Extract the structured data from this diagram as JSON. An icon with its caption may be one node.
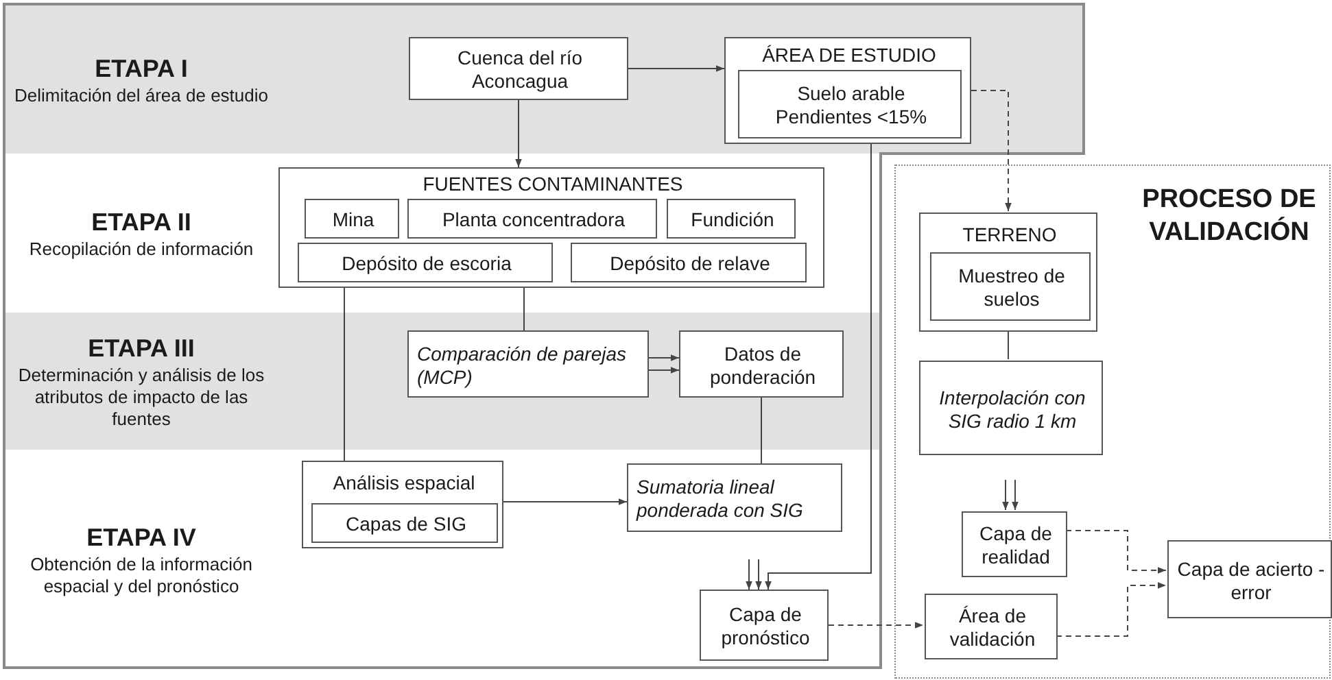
{
  "diagram": {
    "nodes": [
      {
        "text": [
          "ETAPA I",
          "Delimitación del área de estudio"
        ]
      },
      {
        "text": [
          "Cuenca del río Aconcagua"
        ],
        "in": 0
      },
      {
        "text": [
          "ÁREA DE ESTUDIO"
        ],
        "in": 0
      },
      {
        "text": [
          "Suelo arable Pendientes <15%"
        ],
        "in": 2
      },
      {
        "text": [
          "ETAPA II",
          "Recopilación de información"
        ]
      },
      {
        "text": [
          "FUENTES CONTAMINANTES"
        ],
        "in": 4
      },
      {
        "text": [
          "Mina"
        ],
        "in": 5
      },
      {
        "text": [
          "Planta concentradora"
        ],
        "in": 5
      },
      {
        "text": [
          "Fundición"
        ],
        "in": 5
      },
      {
        "text": [
          "Depósito de escoria"
        ],
        "in": 5
      },
      {
        "text": [
          "Depósito de relave"
        ],
        "in": 5
      },
      {
        "text": [
          "ETAPA III",
          "Determinación y análisis de los atributos de impacto de las fuentes"
        ]
      },
      {
        "text": [
          "Comparación de parejas (MCP)"
        ],
        "in": 11
      },
      {
        "text": [
          "Datos de ponderación"
        ],
        "in": 11
      },
      {
        "text": [
          "ETAPA IV",
          "Obtención de la información espacial y del pronóstico"
        ]
      },
      {
        "text": [
          "Análisis espacial"
        ],
        "in": 14
      },
      {
        "text": [
          "Capas de SIG"
        ],
        "in": 15
      },
      {
        "text": [
          "Sumatoria lineal ponderada con SIG"
        ],
        "in": 14
      },
      {
        "text": [
          "Capa de pronóstico"
        ],
        "in": 14
      },
      {
        "text": [
          "PROCESO DE VALIDACIÓN"
        ]
      },
      {
        "text": [
          "TERRENO"
        ],
        "in": 19
      },
      {
        "text": [
          "Muestreo de suelos"
        ],
        "in": 20
      },
      {
        "text": [
          "Interpolación con SIG radio 1 km"
        ],
        "in": 19
      },
      {
        "text": [
          "Capa de realidad"
        ],
        "in": 19
      },
      {
        "text": [
          "Área de validación"
        ],
        "in": 19
      },
      {
        "text": [
          "Capa de acierto - error"
        ],
        "in": 19
      }
    ],
    "edges": [
      {
        "from": 1,
        "to": 2,
        "arrow": "to"
      },
      {
        "from": 1,
        "to": 5,
        "arrow": "to"
      },
      {
        "from": 2,
        "to": 20,
        "arrow": "to",
        "style": "dashed"
      },
      {
        "from": 5,
        "to": 15,
        "arrow": "none"
      },
      {
        "from": 5,
        "to": 12,
        "arrow": "none"
      },
      {
        "from": 12,
        "to": 13,
        "arrow": "to"
      },
      {
        "from": 12,
        "to": 13,
        "arrow": "to"
      },
      {
        "from": 13,
        "to": 17,
        "arrow": "none"
      },
      {
        "from": 15,
        "to": 17,
        "arrow": "to"
      },
      {
        "from": null,
        "to": 18,
        "arrow": "to"
      },
      {
        "from": null,
        "to": 18,
        "arrow": "to"
      },
      {
        "from": 2,
        "to": 18,
        "arrow": "to"
      },
      {
        "from": 20,
        "to": 22,
        "arrow": "none"
      },
      {
        "from": null,
        "to": 23,
        "arrow": "to"
      },
      {
        "from": null,
        "to": 23,
        "arrow": "to"
      },
      {
        "from": 18,
        "to": 24,
        "arrow": "to",
        "style": "dashed"
      },
      {
        "from": 23,
        "to": 25,
        "arrow": "to",
        "style": "dashed"
      },
      {
        "from": 24,
        "to": 25,
        "arrow": "to",
        "style": "dashed"
      }
    ]
  }
}
